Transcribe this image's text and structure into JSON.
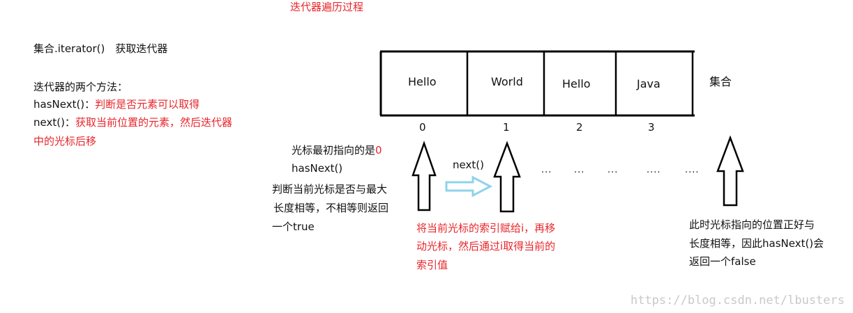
{
  "title": "迭代器遍历过程",
  "left_notes": {
    "line1": "集合.iterator()　获取迭代器",
    "line2": "迭代器的两个方法：",
    "hasnext_prefix": "hasNext()：",
    "hasnext_desc": "判断是否元素可以取得",
    "next_prefix": "next()：",
    "next_desc_1": "获取当前位置的元素，然后迭代器",
    "next_desc_2": "中的光标后移"
  },
  "collection": {
    "cells": [
      "Hello",
      "World",
      "Hello",
      "Java"
    ],
    "indices": [
      "0",
      "1",
      "2",
      "3"
    ],
    "label": "集合"
  },
  "cursor_start": {
    "text": "光标最初指向的是",
    "value": "0",
    "method": "hasNext()",
    "desc_1": "判断当前光标是否与最大",
    "desc_2": "长度相等，不相等则返回",
    "desc_3": "一个true"
  },
  "next_label": "next()",
  "ellipsis": [
    "...",
    "...",
    "...",
    "....",
    "...."
  ],
  "next_note": {
    "line1": "将当前光标的索引赋给i，再移",
    "line2": "动光标，然后通过i取得当前的",
    "line3": "索引值"
  },
  "end_note": {
    "line1": "此时光标指向的位置正好与",
    "line2": "长度相等，因此hasNext()会",
    "line3": "返回一个false"
  },
  "watermark": "https://blog.csdn.net/lbusters",
  "colors": {
    "text": "#111111",
    "accent_red": "#e8262b",
    "arrow_blue": "#8fd3ea",
    "watermark": "#c9c9c9"
  }
}
